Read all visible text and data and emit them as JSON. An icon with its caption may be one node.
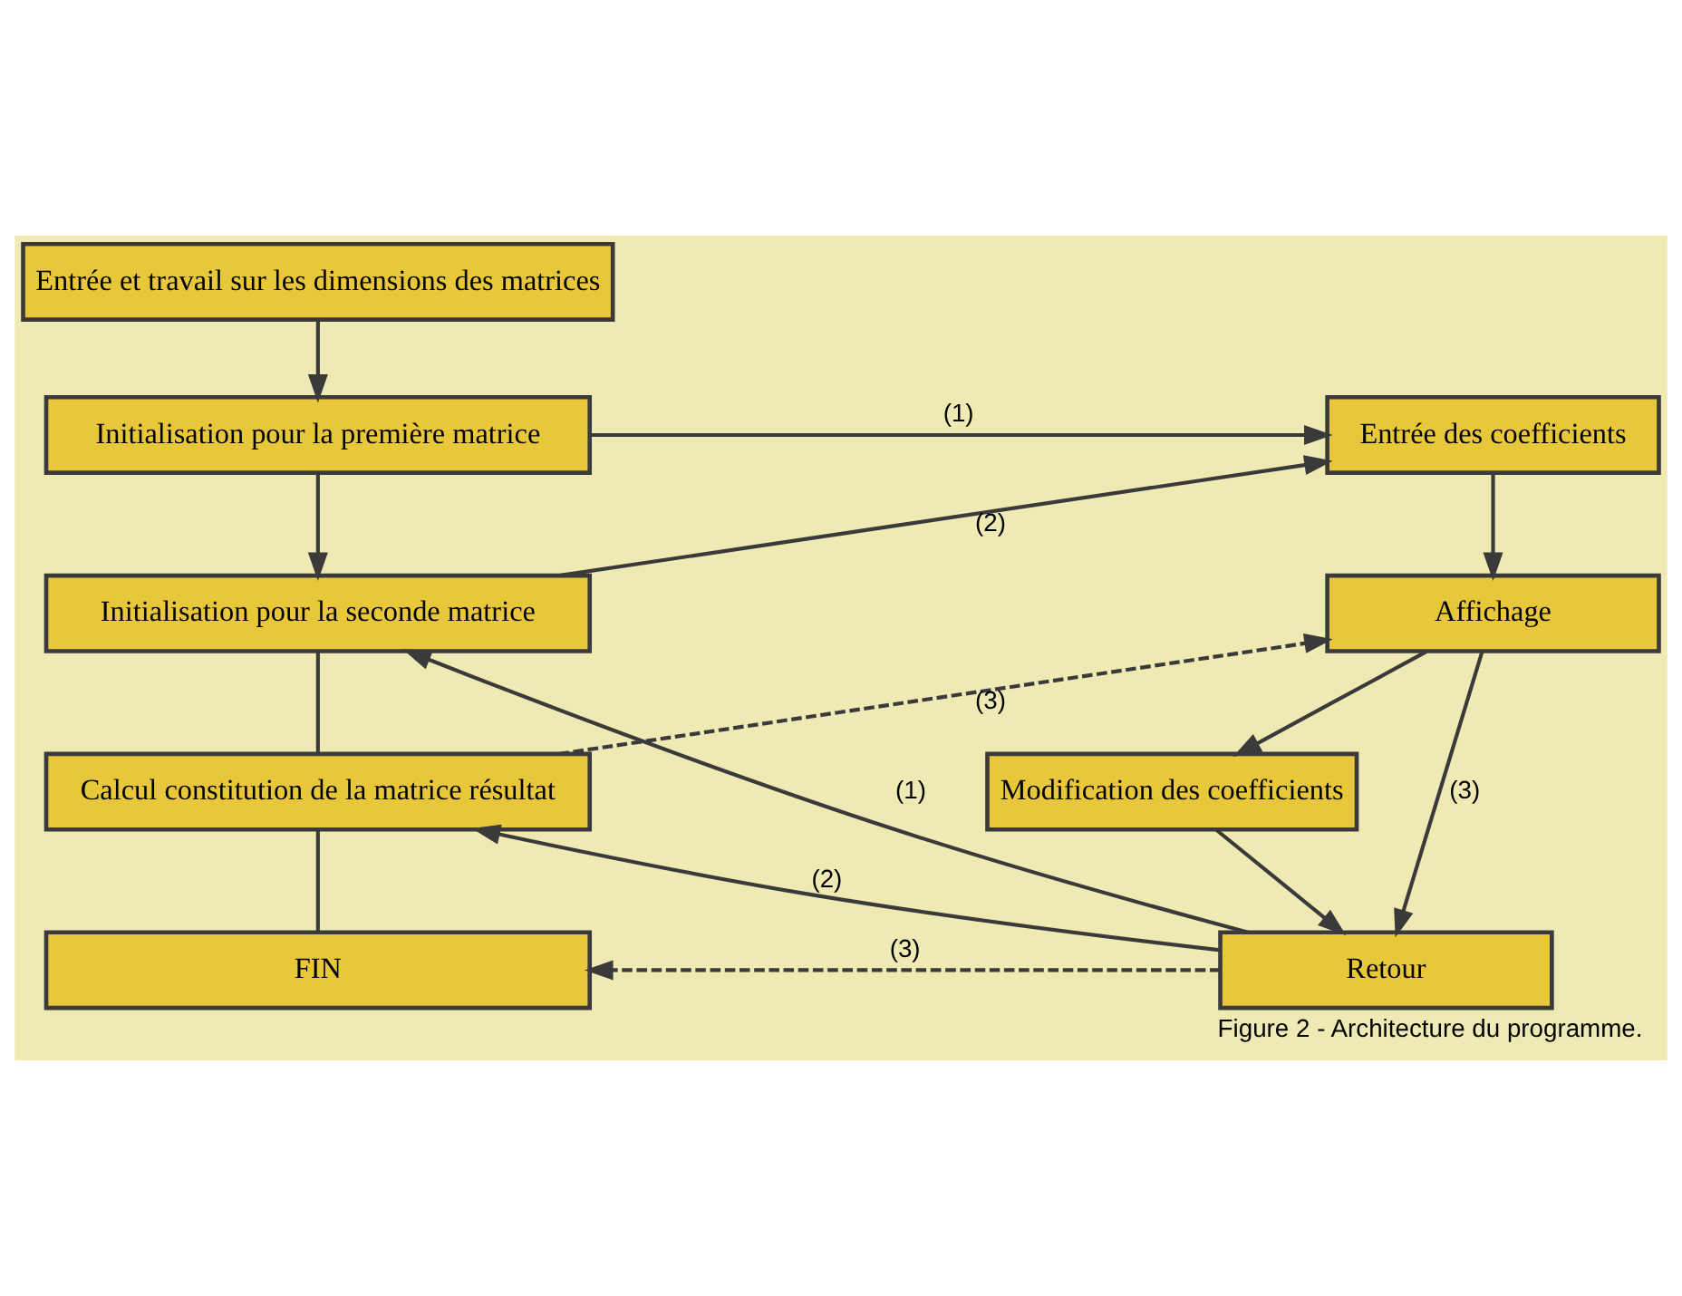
{
  "diagram": {
    "caption": "Figure 2 - Architecture du programme.",
    "nodes": [
      {
        "text": [
          "Entrée et travail sur les dimensions des matrices"
        ]
      },
      {
        "text": [
          "Initialisation pour la première matrice"
        ]
      },
      {
        "text": [
          "Initialisation pour la seconde matrice"
        ]
      },
      {
        "text": [
          "Calcul constitution de la matrice résultat"
        ]
      },
      {
        "text": [
          "FIN"
        ]
      },
      {
        "text": [
          "Entrée des coefficients"
        ]
      },
      {
        "text": [
          "Affichage"
        ]
      },
      {
        "text": [
          "Modification des coefficients"
        ]
      },
      {
        "text": [
          "Retour"
        ]
      }
    ],
    "edges": [
      {
        "from": 0,
        "to": 1,
        "arrow": "to"
      },
      {
        "from": 1,
        "to": 2,
        "arrow": "to"
      },
      {
        "from": 1,
        "to": 5,
        "arrow": "to",
        "label": "(1)"
      },
      {
        "from": 8,
        "to": 2,
        "arrow": "to",
        "label": "(1)"
      },
      {
        "from": 2,
        "to": 5,
        "arrow": "to",
        "label": "(2)"
      },
      {
        "from": 8,
        "to": 3,
        "arrow": "to",
        "label": "(2)"
      },
      {
        "from": 2,
        "to": 3,
        "arrow": "none"
      },
      {
        "from": 3,
        "to": 6,
        "arrow": "to",
        "label": "(3)",
        "style": "dashed"
      },
      {
        "from": 8,
        "to": 4,
        "arrow": "to",
        "label": "(3)",
        "style": "dashed"
      },
      {
        "from": 3,
        "to": 4,
        "arrow": "none"
      },
      {
        "from": 5,
        "to": 6,
        "arrow": "to"
      },
      {
        "from": 6,
        "to": 7,
        "arrow": "to"
      },
      {
        "from": 7,
        "to": 8,
        "arrow": "to"
      },
      {
        "from": 6,
        "to": 8,
        "arrow": "to",
        "label": "(3)"
      }
    ]
  }
}
